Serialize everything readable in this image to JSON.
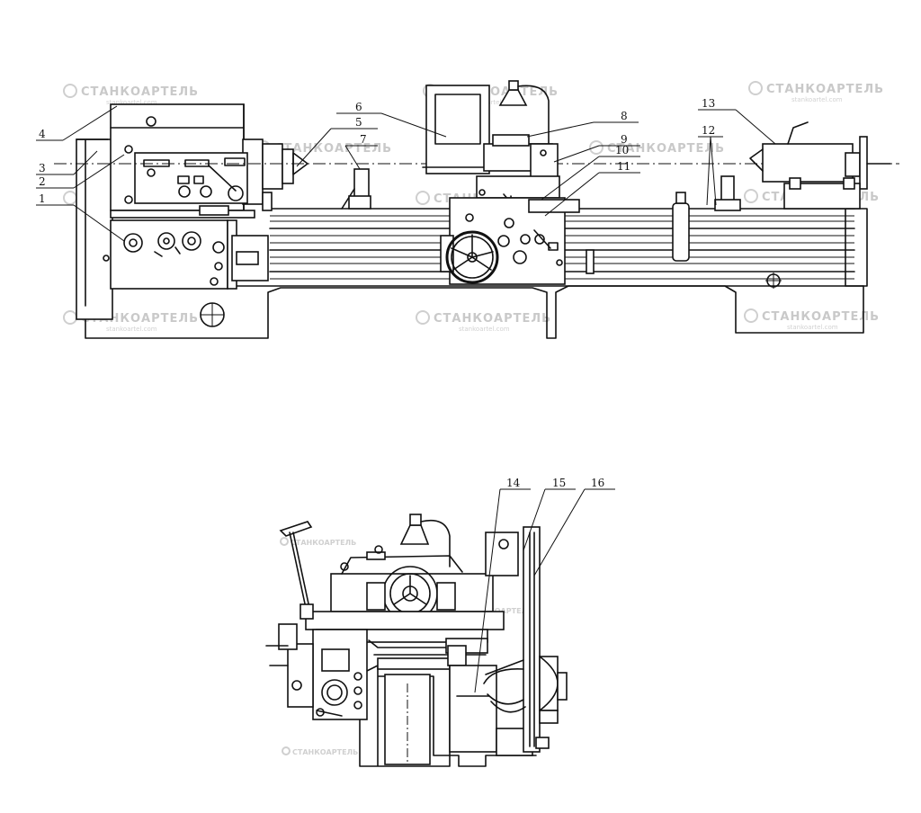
{
  "watermark": {
    "brand": "СТАНКОАРТЕЛЬ",
    "site": "stankoartel.com"
  },
  "side_view": {
    "labels": [
      "1",
      "2",
      "3",
      "4",
      "5",
      "6",
      "7",
      "8",
      "9",
      "10",
      "11",
      "12",
      "13"
    ]
  },
  "end_view": {
    "labels": [
      "14",
      "15",
      "16"
    ]
  },
  "colors": {
    "line": "#111111",
    "background": "#ffffff",
    "watermark": "#c9c9c9"
  }
}
